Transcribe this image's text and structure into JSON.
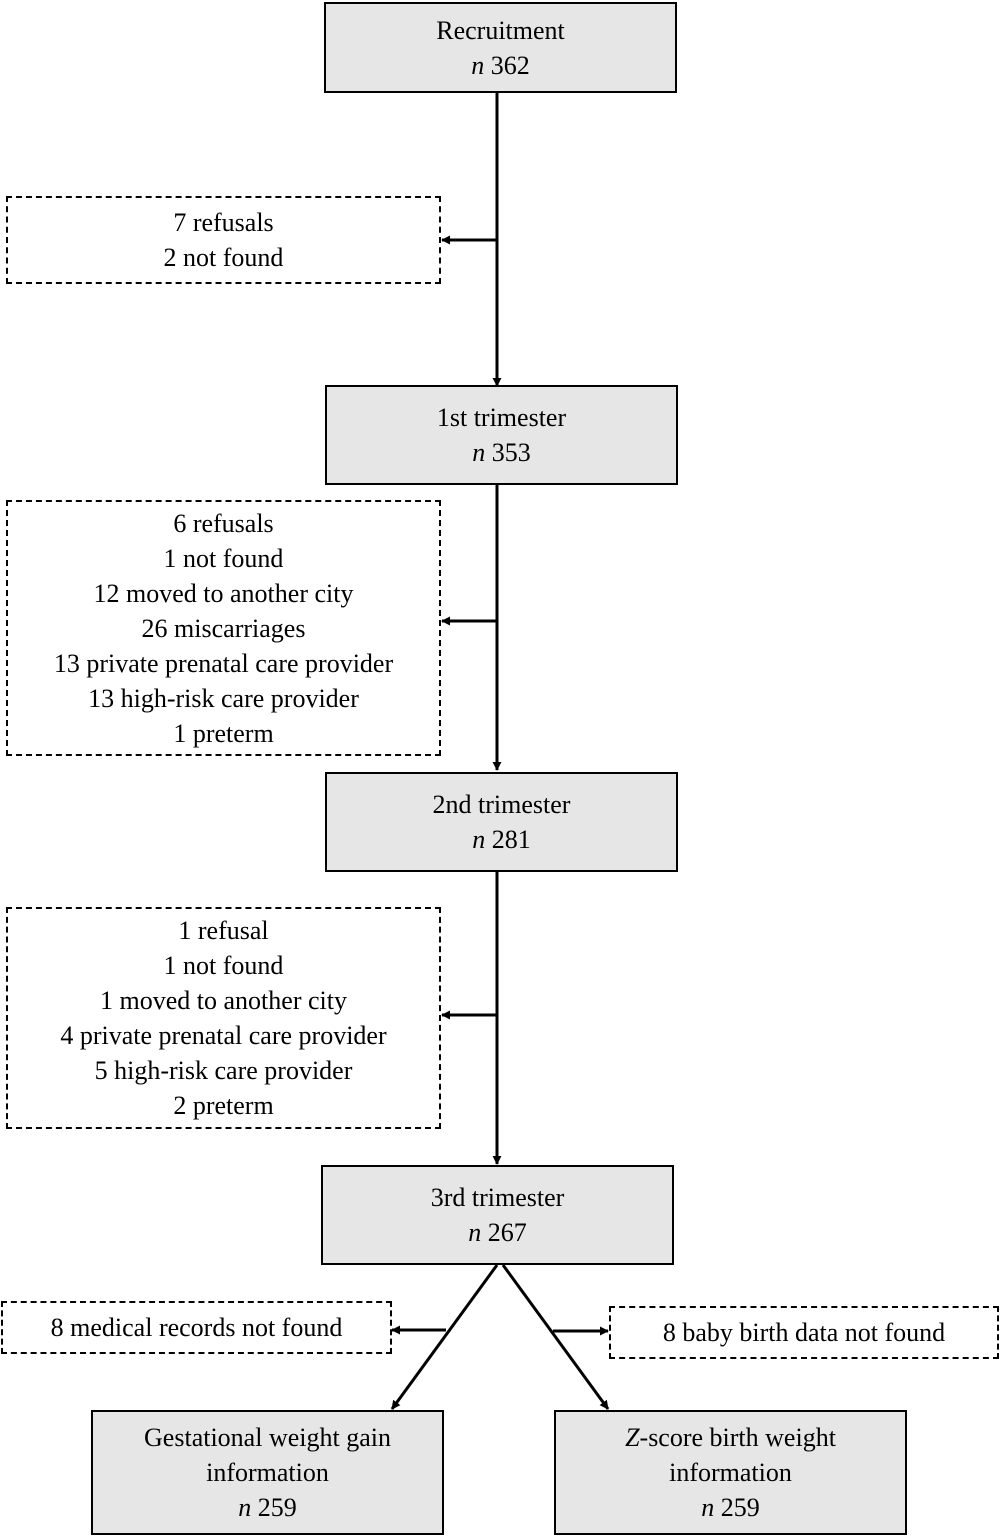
{
  "stages": {
    "recruitment": {
      "title": "Recruitment",
      "n_prefix": "n",
      "n_value": "362"
    },
    "first_trimester": {
      "title": "1st trimester",
      "n_prefix": "n",
      "n_value": "353"
    },
    "second_trimester": {
      "title": "2nd trimester",
      "n_prefix": "n",
      "n_value": "281"
    },
    "third_trimester": {
      "title": "3rd trimester",
      "n_prefix": "n",
      "n_value": "267"
    }
  },
  "exclusions": {
    "after_recruitment": [
      "7 refusals",
      "2 not found"
    ],
    "after_first": [
      "6 refusals",
      "1 not found",
      "12 moved to another city",
      "26 miscarriages",
      "13 private prenatal care provider",
      "13 high-risk care provider",
      "1 preterm"
    ],
    "after_second": [
      "1 refusal",
      "1 not found",
      "1 moved to another city",
      "4 private prenatal care provider",
      "5 high-risk care provider",
      "2 preterm"
    ],
    "left_final": "8 medical records not found",
    "right_final": "8 baby birth data not found"
  },
  "outcomes": {
    "left": {
      "line1": "Gestational weight gain",
      "line2": "information",
      "n_prefix": "n",
      "n_value": "259"
    },
    "right": {
      "line1_italic": "Z",
      "line1_rest": "-score birth weight",
      "line2": "information",
      "n_prefix": "n",
      "n_value": "259"
    }
  }
}
